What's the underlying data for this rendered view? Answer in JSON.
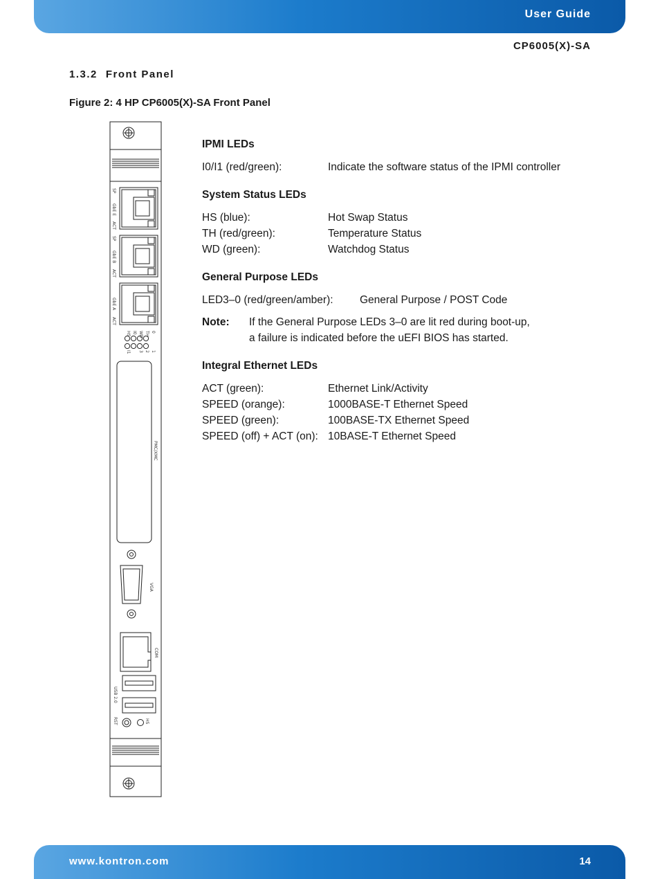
{
  "header": {
    "title": "User Guide",
    "product": "CP6005(X)-SA"
  },
  "section": {
    "number": "1.3.2",
    "title": "Front Panel"
  },
  "figure": {
    "caption": "Figure 2: 4 HP CP6005(X)-SA Front Panel"
  },
  "panel_labels": {
    "sp": "SP",
    "gbe_e": "GbE E",
    "act": "ACT",
    "gbe_b": "GbE B",
    "gbe_a": "GbE A",
    "led_top": [
      "TH",
      "WD",
      "I0",
      "0"
    ],
    "led_bottom": [
      "HS",
      "I1",
      "1",
      "2",
      "3"
    ],
    "pmc": "PMC/XMC",
    "vga": "VGA",
    "com": "COM",
    "usb": "USB 2.0",
    "rst": "RST",
    "hs": "HS"
  },
  "ipmi": {
    "heading": "IPMI LEDs",
    "rows": [
      {
        "key": "I0/I1 (red/green):",
        "value": "Indicate the software status of the IPMI controller"
      }
    ]
  },
  "system_status": {
    "heading": "System Status LEDs",
    "rows": [
      {
        "key": "HS (blue):",
        "value": "Hot Swap Status"
      },
      {
        "key": "TH (red/green):",
        "value": "Temperature Status"
      },
      {
        "key": "WD (green):",
        "value": "Watchdog Status"
      }
    ]
  },
  "general_purpose": {
    "heading": "General Purpose LEDs",
    "row": {
      "key": "LED3–0 (red/green/amber):",
      "value": "General Purpose / POST Code"
    },
    "note_label": "Note:",
    "note_lines": [
      "If the General Purpose LEDs 3–0 are lit red during boot-up,",
      "a failure is indicated before the uEFI BIOS has started."
    ]
  },
  "ethernet": {
    "heading": "Integral Ethernet LEDs",
    "rows": [
      {
        "key": "ACT (green):",
        "value": "Ethernet Link/Activity"
      },
      {
        "key": "SPEED (orange):",
        "value": "1000BASE-T Ethernet Speed"
      },
      {
        "key": "SPEED (green):",
        "value": "100BASE-TX Ethernet Speed"
      },
      {
        "key": "SPEED (off) + ACT (on):",
        "value": "10BASE-T Ethernet Speed"
      }
    ]
  },
  "footer": {
    "website": "www.kontron.com",
    "page": "14"
  }
}
